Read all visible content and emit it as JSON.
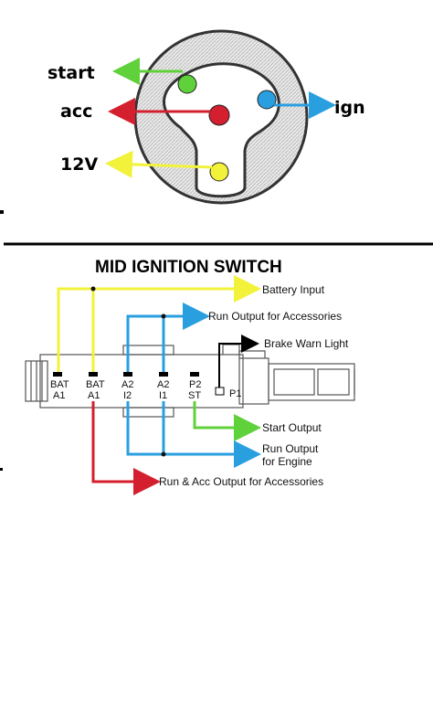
{
  "top_diagram": {
    "labels": {
      "start": "start",
      "acc": "acc",
      "ign": "ign",
      "v12": "12V"
    }
  },
  "bottom_diagram": {
    "title": "MID IGNITION SWITCH",
    "outputs": {
      "battery_input": "Battery Input",
      "run_acc": "Run Output for Accessories",
      "brake_warn": "Brake Warn Light",
      "start_output": "Start Output",
      "run_engine_1": "Run Output",
      "run_engine_2": "for Engine",
      "run_acc_output": "Run & Acc Output  for Accessories"
    },
    "pins": {
      "bat1_top": "BAT",
      "bat1_bot": "A1",
      "bat2_top": "BAT",
      "bat2_bot": "A1",
      "a2_1_top": "A2",
      "a2_1_bot": "I2",
      "a2_2_top": "A2",
      "a2_2_bot": "I1",
      "p2_top": "P2",
      "p2_bot": "ST",
      "p1": "P1"
    }
  },
  "colors": {
    "yellow": "#f2f23a",
    "blue": "#2a9fe0",
    "red": "#d41f2e",
    "green": "#5fd13a",
    "black": "#000000"
  }
}
